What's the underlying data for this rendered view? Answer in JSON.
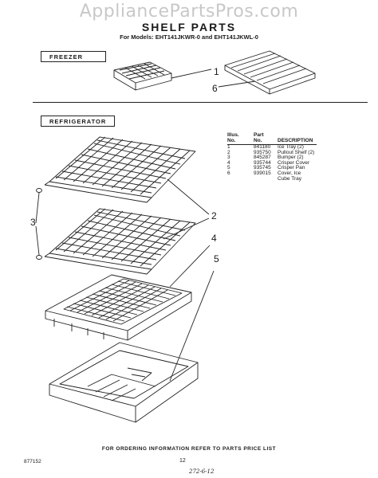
{
  "watermark": "AppliancePartsPros.com",
  "title": "SHELF PARTS",
  "models": "For Models: EHT141JKWR-0 and EHT141JKWL-0",
  "sections": {
    "freezer": "FREEZER",
    "refrigerator": "REFRIGERATOR"
  },
  "callouts": {
    "c1": "1",
    "c6": "6",
    "c2": "2",
    "c3": "3",
    "c4": "4",
    "c5": "5"
  },
  "parts_table": {
    "headers": [
      "Illus. No.",
      "Part No.",
      "DESCRIPTION"
    ],
    "header_lines": [
      [
        "Illus.",
        "No."
      ],
      [
        "Part",
        "No."
      ],
      [
        "",
        "DESCRIPTION"
      ]
    ],
    "rows": [
      [
        "1",
        "841180",
        "Ice Tray (2)"
      ],
      [
        "2",
        "935750",
        "Pullout Shelf (2)"
      ],
      [
        "3",
        "845287",
        "Bumper (2)"
      ],
      [
        "4",
        "935744",
        "Crisper Cover"
      ],
      [
        "5",
        "935745",
        "Crisper Pan"
      ],
      [
        "6",
        "939015",
        "Cover, Ice"
      ],
      [
        "",
        "",
        "Cube Tray"
      ]
    ]
  },
  "footer_note": "FOR ORDERING INFORMATION REFER TO PARTS PRICE LIST",
  "doc_number": "877152",
  "page_number": "12",
  "handwritten_note": "272-6-12"
}
